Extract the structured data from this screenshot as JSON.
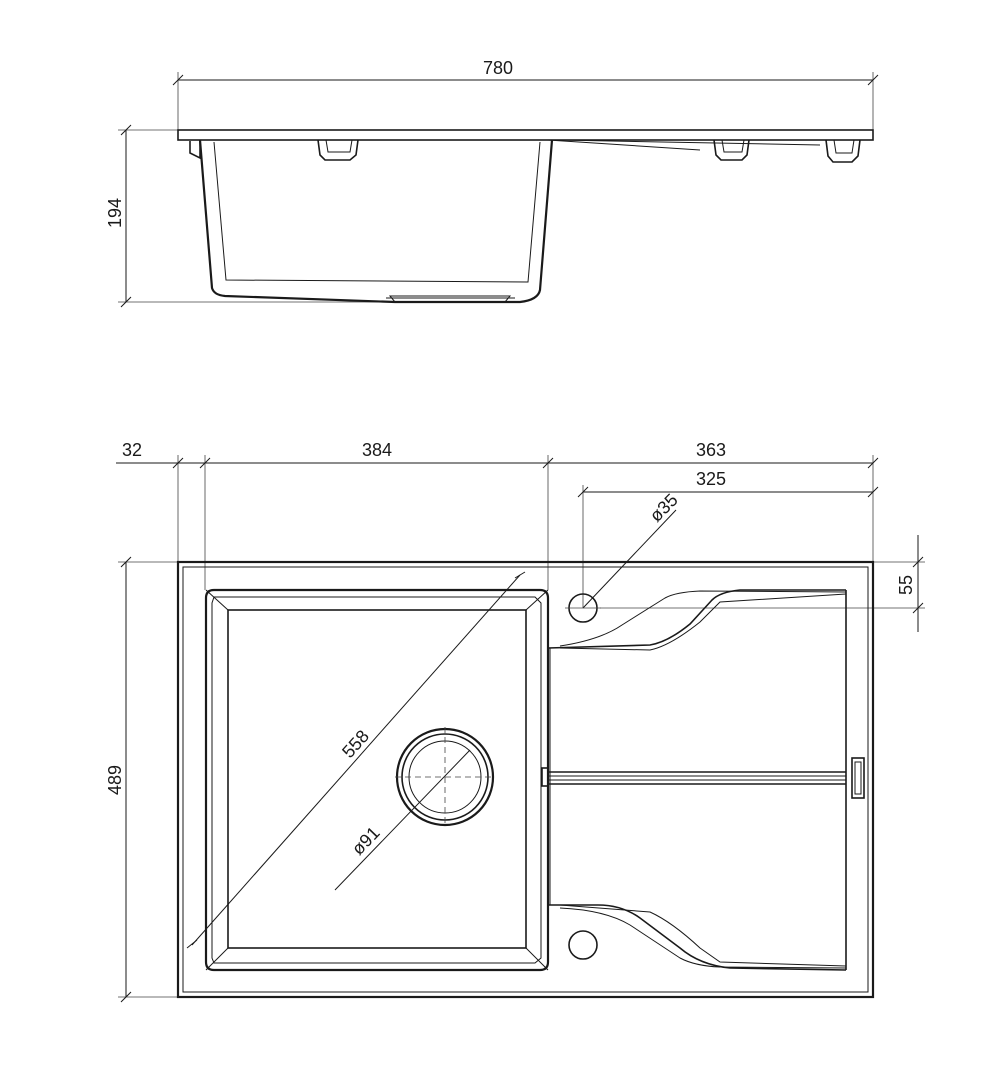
{
  "dimensions": {
    "overall_width": "780",
    "side_height": "194",
    "rim_left": "32",
    "bowl_width": "384",
    "drainer_width": "363",
    "tap_hole_offset": "325",
    "tap_hole_diameter": "ø35",
    "tap_hole_from_edge": "55",
    "overall_depth": "489",
    "bowl_diagonal": "558",
    "drain_diameter": "ø91"
  },
  "colors": {
    "line": "#1a1a1a",
    "background": "#ffffff"
  }
}
